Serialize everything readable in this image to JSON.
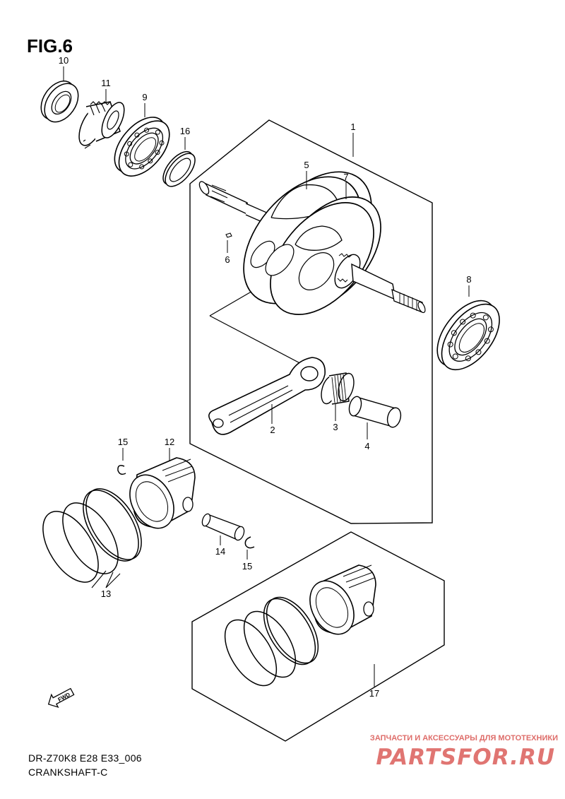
{
  "figure": {
    "title": "FIG.6",
    "model_code": "DR-Z70K8 E28 E33_006",
    "section_name": "CRANKSHAFT-C"
  },
  "callouts": {
    "c1": "1",
    "c2": "2",
    "c3": "3",
    "c4": "4",
    "c5": "5",
    "c6": "6",
    "c7": "7",
    "c8": "8",
    "c9": "9",
    "c10": "10",
    "c11": "11",
    "c12": "12",
    "c13": "13",
    "c14": "14",
    "c15a": "15",
    "c15b": "15",
    "c16": "16",
    "c17": "17"
  },
  "fwd_badge": "FWD",
  "watermark": {
    "tagline": "ЗАПЧАСТИ И АКСЕССУАРЫ ДЛЯ МОТОТЕХНИКИ",
    "brand": "PARTSFOR.RU",
    "color": "#d9534f"
  }
}
